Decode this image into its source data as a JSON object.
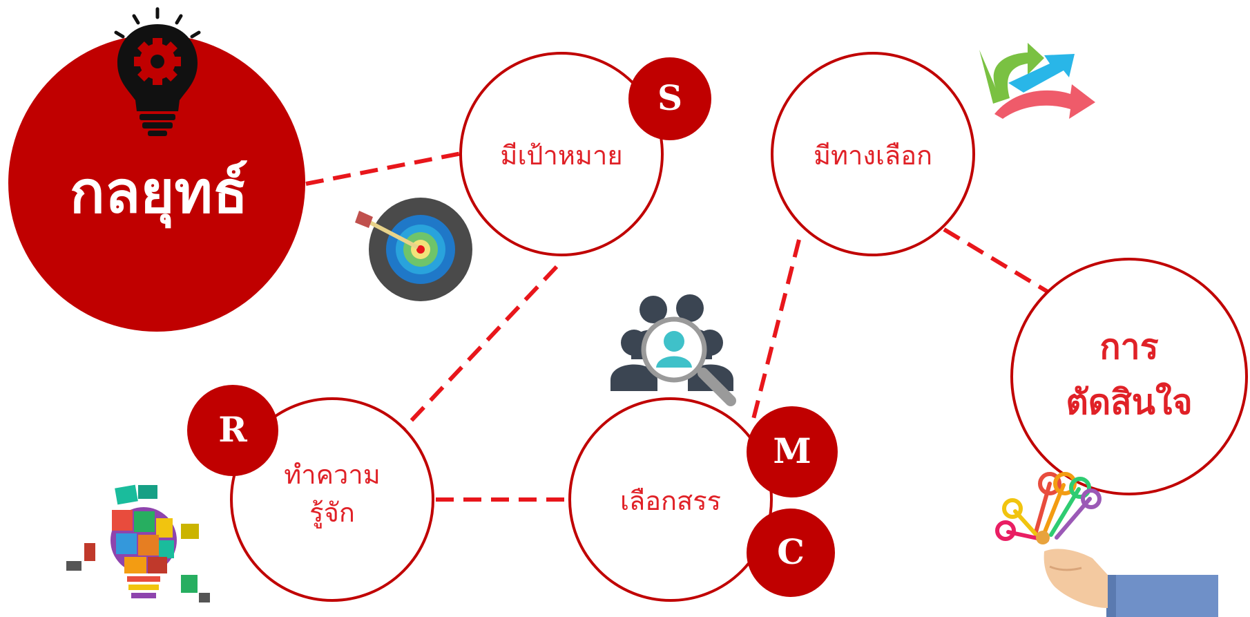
{
  "title": "กลยุทธ์",
  "nodes": {
    "goal": "มีเป้าหมาย",
    "options": "มีทางเลือก",
    "know": "ทำความรู้จัก",
    "know_line1": "ทำความ",
    "know_line2": "รู้จัก",
    "select": "เลือกสรร",
    "decision_line1": "การ",
    "decision_line2": "ตัดสินใจ"
  },
  "badges": {
    "s": "S",
    "r": "R",
    "m": "M",
    "c": "C"
  },
  "colors": {
    "primary_red": "#c00000",
    "text_red": "#e02127",
    "dash_red": "#e8161b"
  },
  "icons": [
    "lightbulb-gear-icon",
    "dartboard-icon",
    "arrows-choice-icon",
    "people-search-icon",
    "puzzle-bulb-icon",
    "hand-keys-icon"
  ]
}
